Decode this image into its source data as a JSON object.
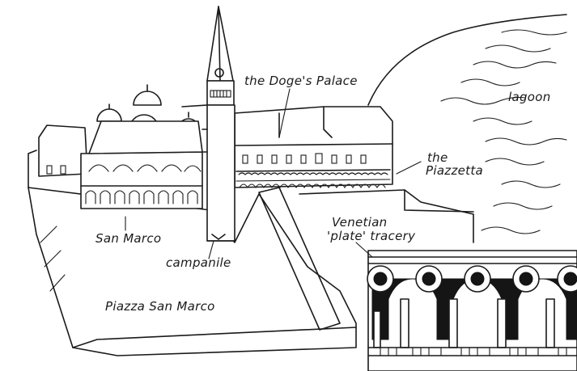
{
  "labels": {
    "doges_palace": "the Doge's Palace",
    "lagoon": "lagoon",
    "piazzetta_line1": "the",
    "piazzetta_line2": "Piazzetta",
    "venetian_line1": "Venetian",
    "venetian_line2": "'plate' tracery",
    "san_marco": "San Marco",
    "campanile": "campanile",
    "piazza_san_marco": "Piazza San Marco"
  },
  "colors": {
    "ink": "#1a1a1a",
    "paper": "#ffffff"
  }
}
